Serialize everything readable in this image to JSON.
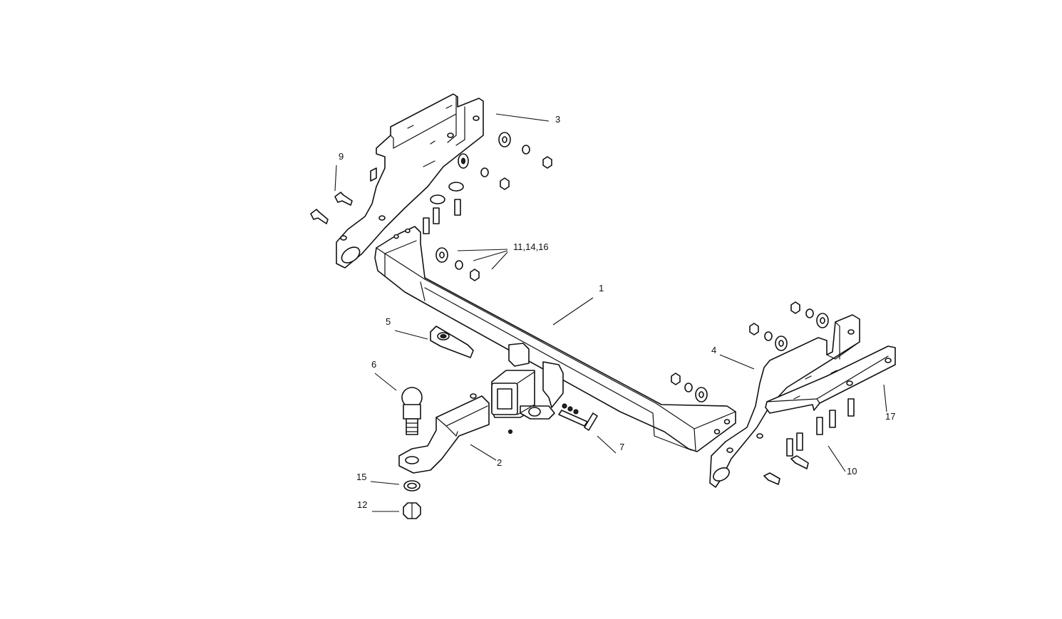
{
  "diagram": {
    "callouts": [
      {
        "id": "c1",
        "label": "1"
      },
      {
        "id": "c2",
        "label": "2"
      },
      {
        "id": "c3",
        "label": "3"
      },
      {
        "id": "c4",
        "label": "4"
      },
      {
        "id": "c5",
        "label": "5"
      },
      {
        "id": "c6",
        "label": "6"
      },
      {
        "id": "c7",
        "label": "7"
      },
      {
        "id": "c9",
        "label": "9"
      },
      {
        "id": "c10",
        "label": "10"
      },
      {
        "id": "c11",
        "label": "11,14,16"
      },
      {
        "id": "c12",
        "label": "12"
      },
      {
        "id": "c15",
        "label": "15"
      },
      {
        "id": "c17",
        "label": "17"
      }
    ],
    "colors": {
      "line": "#111111",
      "background": "#ffffff"
    }
  }
}
